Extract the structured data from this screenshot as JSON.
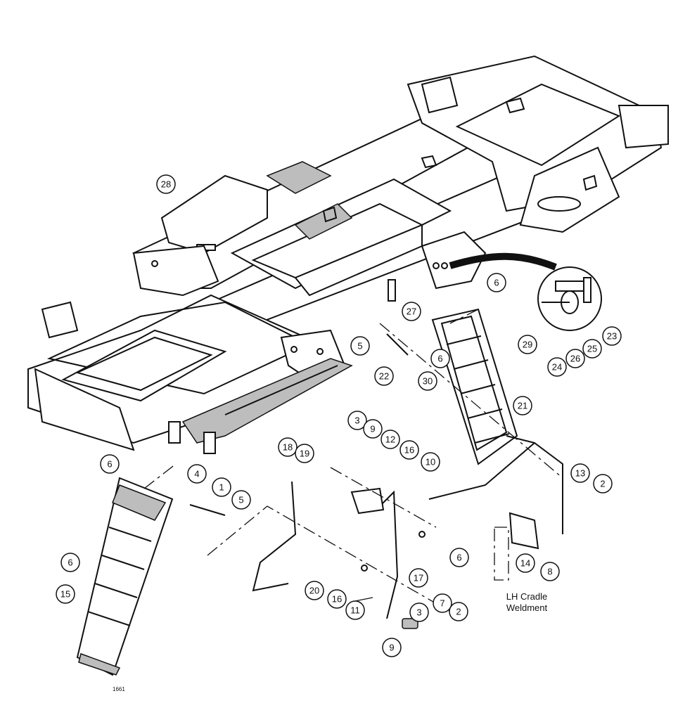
{
  "callouts": [
    "1",
    "2",
    "3",
    "4",
    "5",
    "6",
    "7",
    "8",
    "9",
    "10",
    "11",
    "12",
    "13",
    "14",
    "15",
    "16",
    "17",
    "18",
    "19",
    "20",
    "21",
    "22",
    "23",
    "24",
    "25",
    "26",
    "27",
    "28",
    "29",
    "30"
  ],
  "cradle_label_line1": "LH Cradle",
  "cradle_label_line2": "Weldment",
  "figure_number": "1661"
}
